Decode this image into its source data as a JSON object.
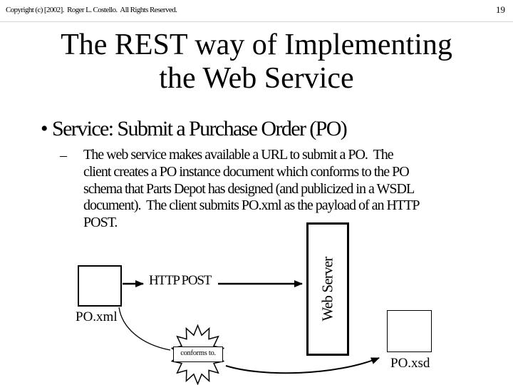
{
  "header": {
    "copyright": "Copyright (c) [2002].  Roger L. Costello.  All Rights Reserved.",
    "page_number": "19"
  },
  "title": {
    "lines": [
      "The REST way of Implementing",
      "the Web Service"
    ]
  },
  "content": {
    "bullet_marker": "•",
    "bullet_text": "Service: Submit a Purchase Order (PO)",
    "sub_bullet_marker": "–",
    "sub_bullet_lines": [
      "The web service makes available a URL to submit a PO.  The",
      "client creates a PO instance document which conforms to the PO",
      "schema that Parts Depot has designed (and publicized in a WSDL",
      "document).  The client submits PO.xml as the payload of an HTTP",
      "POST."
    ]
  },
  "diagram": {
    "po_xml_label": "PO.xml",
    "http_post_label": "HTTP POST",
    "web_server_label": "Web Server",
    "conforms_label": "conforms to.",
    "po_xsd_label": "PO.xsd",
    "colors": {
      "ink": "#000000",
      "background": "#ffffff",
      "header_rule": "#d6d6d6"
    }
  }
}
